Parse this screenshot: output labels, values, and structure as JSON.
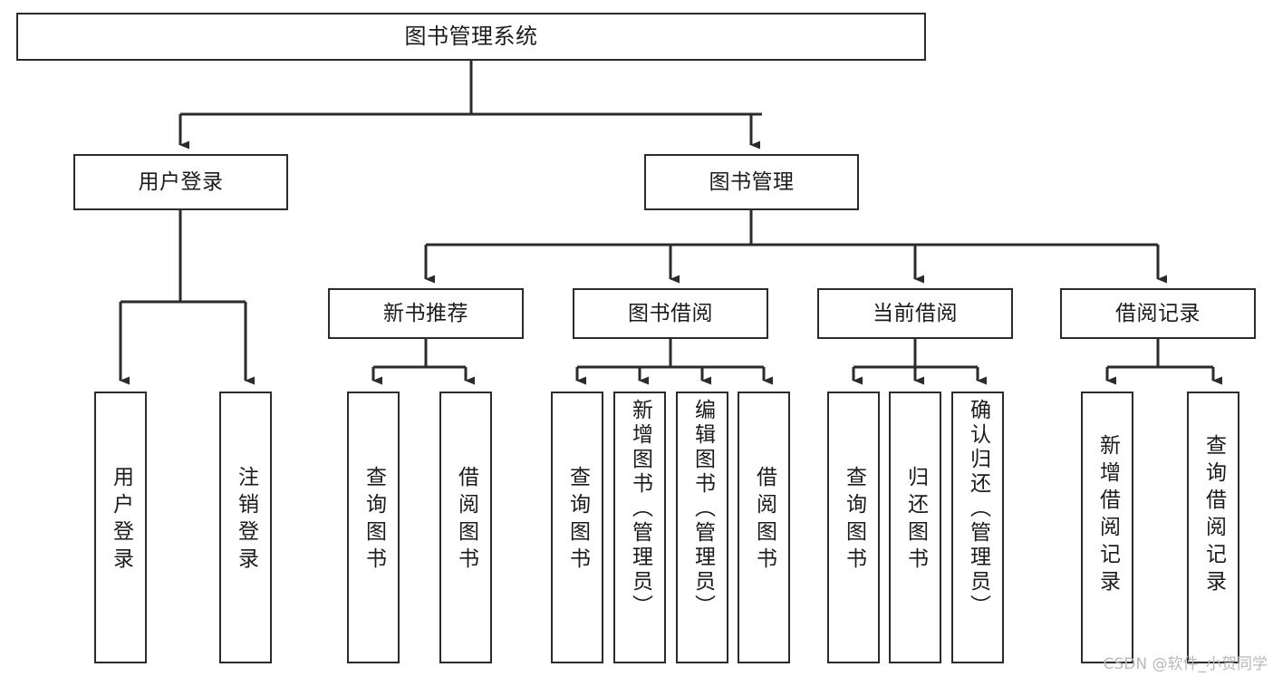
{
  "diagram": {
    "type": "tree",
    "title": "图书管理系统",
    "watermark": "CSDN @软件_小贺同学",
    "colors": {
      "stroke": "#2b2b2b",
      "fill": "#ffffff",
      "text": "#1b1b1b",
      "watermark": "#b9b9b9"
    },
    "nodes": {
      "root": {
        "label": "图书管理系统"
      },
      "level2": [
        {
          "label": "用户登录"
        },
        {
          "label": "图书管理"
        }
      ],
      "level3": [
        {
          "label": "新书推荐"
        },
        {
          "label": "图书借阅"
        },
        {
          "label": "当前借阅"
        },
        {
          "label": "借阅记录"
        }
      ],
      "leaves_user_login": [
        {
          "label": "用户登录"
        },
        {
          "label": "注销登录"
        }
      ],
      "leaves_new_books": [
        {
          "label": "查询图书"
        },
        {
          "label": "借阅图书"
        }
      ],
      "leaves_borrow": [
        {
          "label": "查询图书"
        },
        {
          "label": "新增图书（管理员）"
        },
        {
          "label": "编辑图书（管理员）"
        },
        {
          "label": "借阅图书"
        }
      ],
      "leaves_current": [
        {
          "label": "查询图书"
        },
        {
          "label": "归还图书"
        },
        {
          "label": "确认归还（管理员）"
        }
      ],
      "leaves_records": [
        {
          "label": "新增借阅记录"
        },
        {
          "label": "查询借阅记录"
        }
      ]
    }
  }
}
